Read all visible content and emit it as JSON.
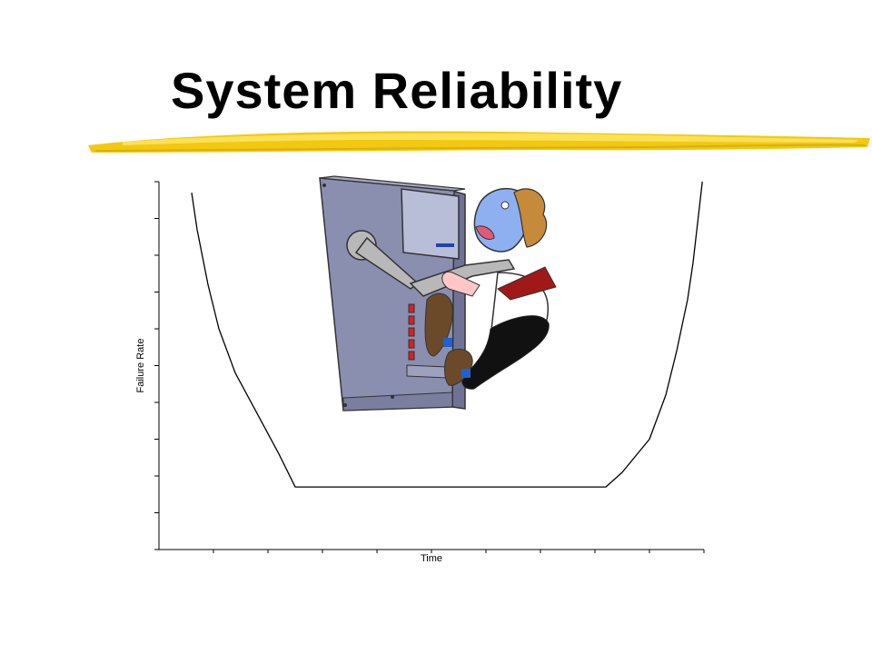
{
  "slide": {
    "title": "System Reliability",
    "underline_color": "#F2C811",
    "underline_highlight": "#FFE766"
  },
  "chart_data": {
    "type": "line",
    "title": "",
    "xlabel": "Time",
    "ylabel": "Failure Rate",
    "xlim": [
      0,
      10
    ],
    "ylim": [
      0,
      10
    ],
    "x_ticks": 10,
    "y_ticks": 10,
    "grid": false,
    "series": [
      {
        "line_color": "#000000",
        "x": [
          0.6,
          0.7,
          0.9,
          1.1,
          1.4,
          1.8,
          2.2,
          2.5,
          3.0,
          5.0,
          7.0,
          8.2,
          8.5,
          9.0,
          9.3,
          9.5,
          9.7,
          9.8,
          9.97
        ],
        "y": [
          9.7,
          8.7,
          7.2,
          6.0,
          4.8,
          3.7,
          2.6,
          1.7,
          1.7,
          1.7,
          1.7,
          1.7,
          2.1,
          3.0,
          4.2,
          5.4,
          6.8,
          7.8,
          10.0
        ]
      }
    ]
  },
  "illustration": {
    "icon": "frustrated-man-wrestling-computer-icon",
    "server_color": "#8A8FB0",
    "server_shade": "#6E7396",
    "skin_color": "#8FB0F0",
    "hair_color": "#C58A3A",
    "tie_color": "#A01818",
    "shoe_color": "#6B4A2A",
    "led_color": "#D82020"
  }
}
